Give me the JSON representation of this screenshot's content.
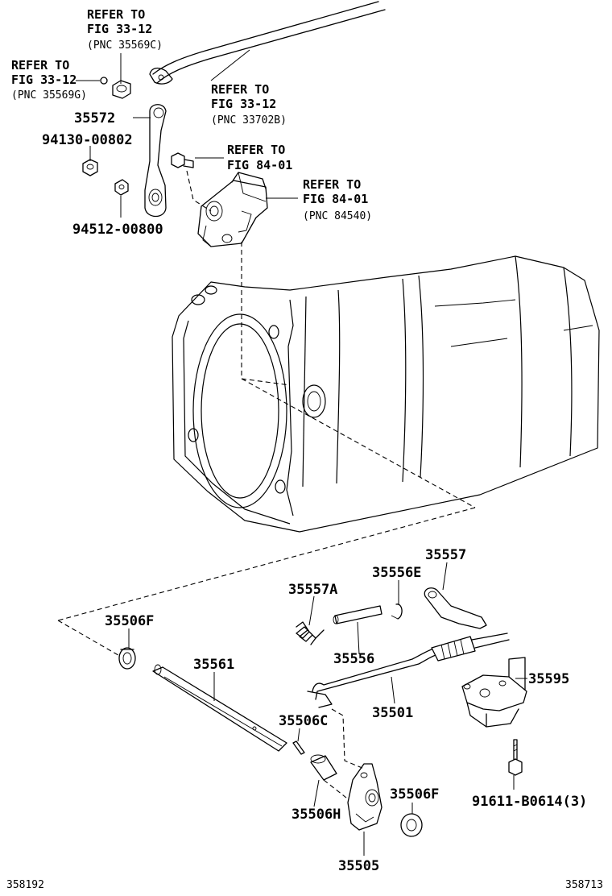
{
  "refs": {
    "r1": {
      "line1": "REFER TO",
      "line2": "FIG 33-12",
      "pnc": "(PNC 35569C)"
    },
    "r2": {
      "line1": "REFER TO",
      "line2": "FIG 33-12",
      "pnc": "(PNC 35569G)"
    },
    "r3": {
      "line1": "REFER TO",
      "line2": "FIG 33-12",
      "pnc": "(PNC 33702B)"
    },
    "r4": {
      "line1": "REFER TO",
      "line2": "FIG 84-01"
    },
    "r5": {
      "line1": "REFER TO",
      "line2": "FIG 84-01",
      "pnc": "(PNC 84540)"
    }
  },
  "parts": {
    "p35572": "35572",
    "p94130": "94130-00802",
    "p94512": "94512-00800",
    "p35557": "35557",
    "p35556E": "35556E",
    "p35557A": "35557A",
    "p35556": "35556",
    "p35506F_top": "35506F",
    "p35561": "35561",
    "p35595": "35595",
    "p35501": "35501",
    "p35506C": "35506C",
    "p35506F_bot": "35506F",
    "p35506H": "35506H",
    "p91611": "91611-B0614(3)",
    "p35505": "35505"
  },
  "footer": {
    "left_code": "358192",
    "right_code": "358713"
  }
}
